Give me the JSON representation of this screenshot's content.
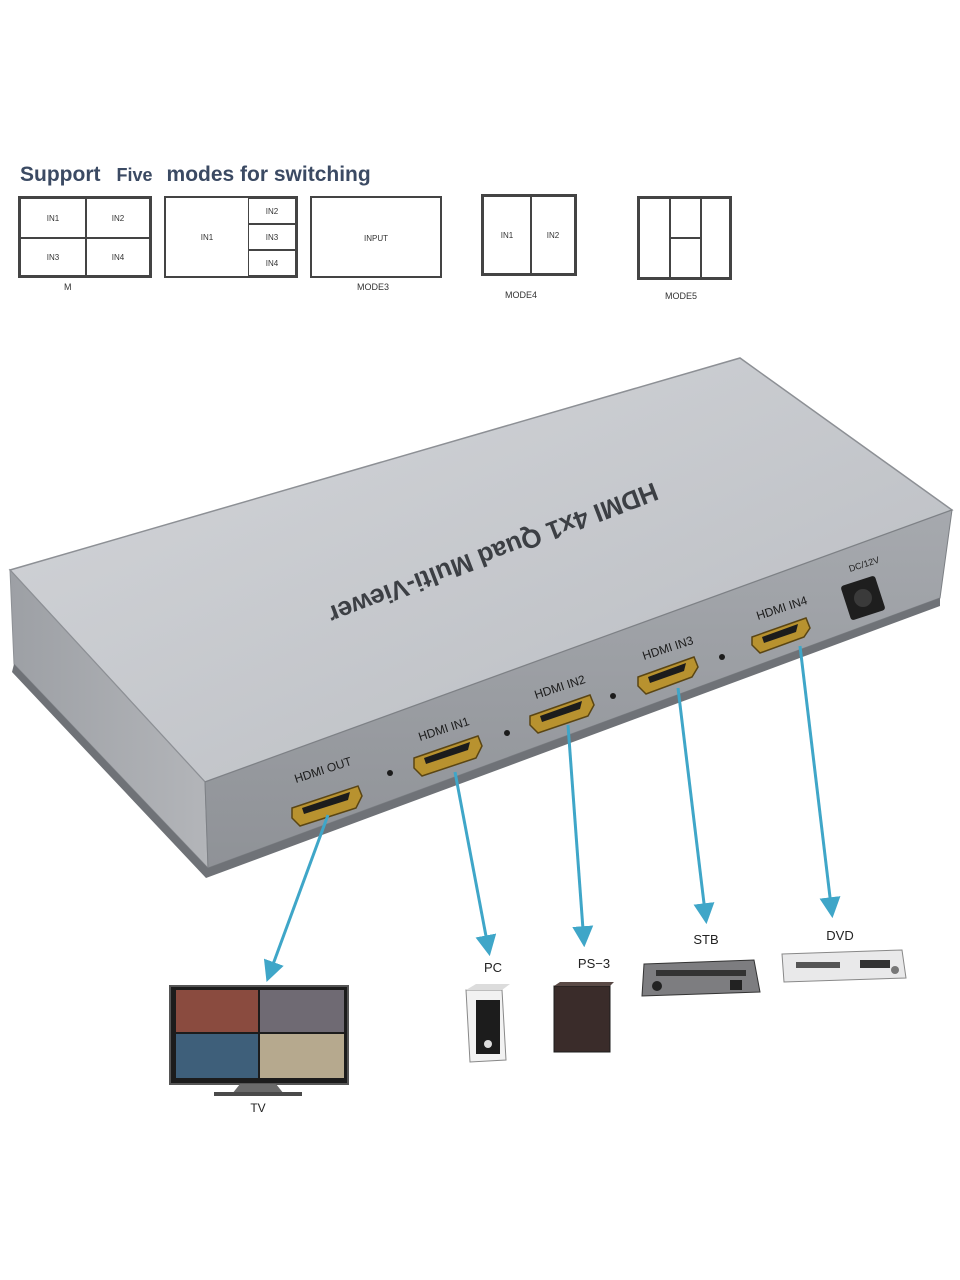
{
  "header": {
    "support": "Support",
    "five": "Five",
    "rest": "modes for switching"
  },
  "modes": {
    "mode1": {
      "cells": [
        "IN1",
        "IN2",
        "IN3",
        "IN4"
      ],
      "caption": "M"
    },
    "mode2": {
      "main": "IN1",
      "cells": [
        "IN2",
        "IN3",
        "IN4"
      ]
    },
    "mode3": {
      "label": "INPUT",
      "caption": "MODE3"
    },
    "mode4": {
      "cells": [
        "IN1",
        "IN2"
      ],
      "caption": "MODE4"
    },
    "mode5": {
      "caption": "MODE5"
    }
  },
  "device": {
    "title": "HDMI 4x1 Quad Multi-Viewer",
    "dc_label": "DC/12V",
    "ports": [
      "HDMI OUT",
      "HDMI IN1",
      "HDMI IN2",
      "HDMI IN3",
      "HDMI IN4"
    ]
  },
  "devices": {
    "tv": "TV",
    "pc": "PC",
    "ps3": "PS−3",
    "stb": "STB",
    "dvd": "DVD"
  },
  "colors": {
    "heading": "#3b4a63",
    "device_body": "#c9cbcf",
    "arrow": "#3fa6c8"
  }
}
